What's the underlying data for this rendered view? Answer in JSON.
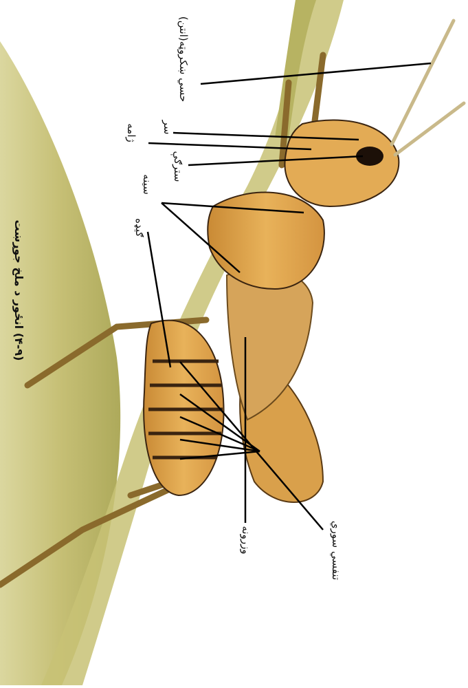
{
  "figure": {
    "caption": "(۴-۹) انځور د ملخ جوړښت",
    "labels": {
      "antenna": "حسي ښکروټه(انتن)",
      "head": "سر",
      "mouth": "ژامه",
      "eye": "سترګې",
      "thorax": "سینه",
      "abdomen": "ګیډه",
      "wing": "وزرونه",
      "spiracles": "تنفسي سوري"
    }
  },
  "colors": {
    "leaf": "#c9c27a",
    "leaf_dark": "#9b9a4e",
    "body": "#e0a44c",
    "body_dark": "#3a2410",
    "line": "#000000"
  }
}
